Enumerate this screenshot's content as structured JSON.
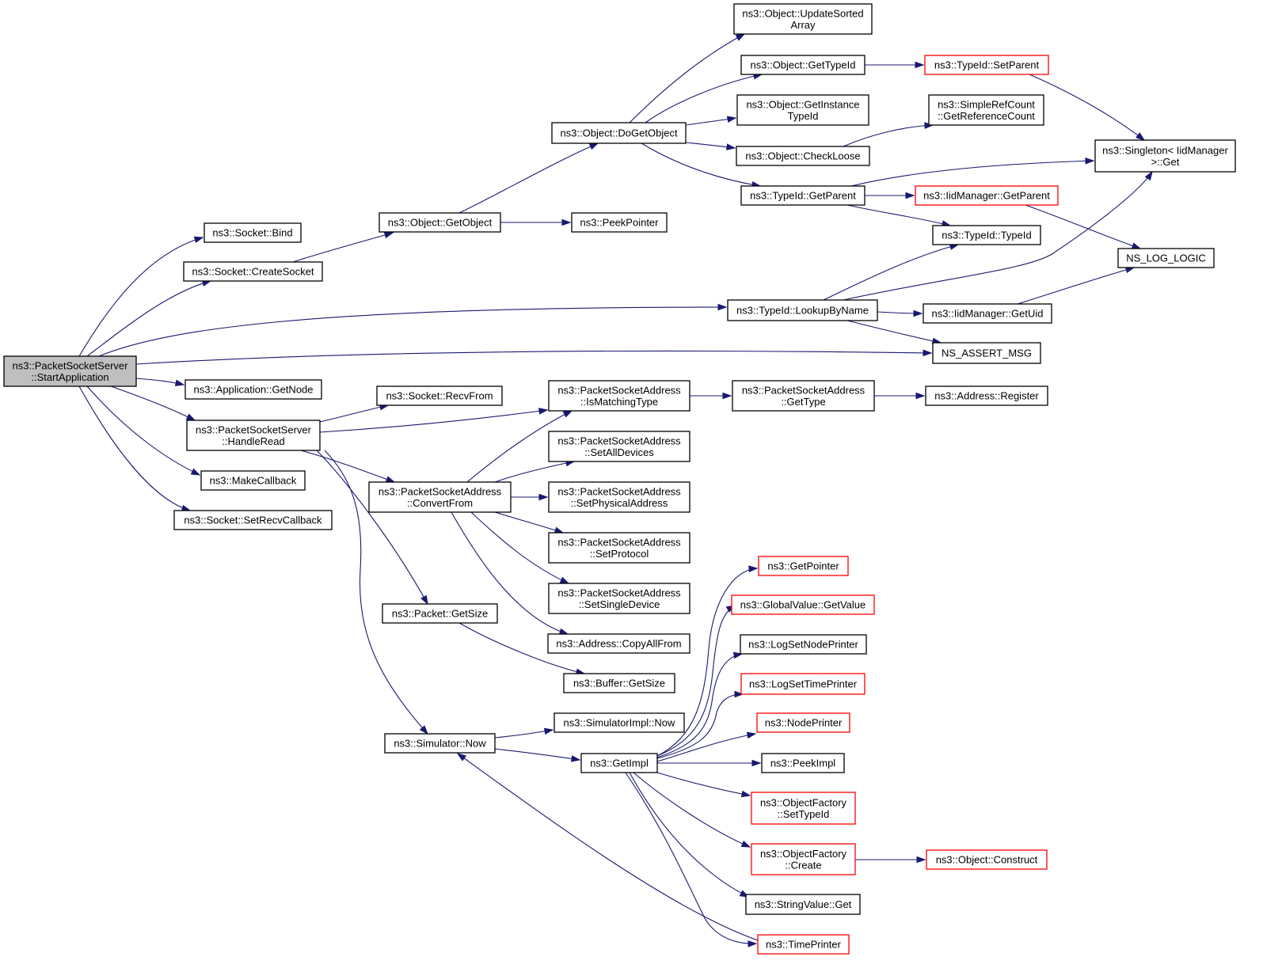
{
  "graph": {
    "nodes": [
      {
        "id": "start",
        "lines": [
          "ns3::PacketSocketServer",
          "::StartApplication"
        ],
        "style": "root"
      },
      {
        "id": "bind",
        "lines": [
          "ns3::Socket::Bind"
        ],
        "style": "normal"
      },
      {
        "id": "createsocket",
        "lines": [
          "ns3::Socket::CreateSocket"
        ],
        "style": "normal"
      },
      {
        "id": "getnode",
        "lines": [
          "ns3::Application::GetNode"
        ],
        "style": "normal"
      },
      {
        "id": "handleread",
        "lines": [
          "ns3::PacketSocketServer",
          "::HandleRead"
        ],
        "style": "normal"
      },
      {
        "id": "makecallback",
        "lines": [
          "ns3::MakeCallback"
        ],
        "style": "normal"
      },
      {
        "id": "setrecvcallback",
        "lines": [
          "ns3::Socket::SetRecvCallback"
        ],
        "style": "normal"
      },
      {
        "id": "getobject",
        "lines": [
          "ns3::Object::GetObject"
        ],
        "style": "normal"
      },
      {
        "id": "peekpointer",
        "lines": [
          "ns3::PeekPointer"
        ],
        "style": "normal"
      },
      {
        "id": "dogetobject",
        "lines": [
          "ns3::Object::DoGetObject"
        ],
        "style": "normal"
      },
      {
        "id": "updatesorted",
        "lines": [
          "ns3::Object::UpdateSorted",
          "Array"
        ],
        "style": "normal"
      },
      {
        "id": "obj_gettypeid",
        "lines": [
          "ns3::Object::GetTypeId"
        ],
        "style": "normal"
      },
      {
        "id": "getinstancetypeid",
        "lines": [
          "ns3::Object::GetInstance",
          "TypeId"
        ],
        "style": "normal"
      },
      {
        "id": "checkloose",
        "lines": [
          "ns3::Object::CheckLoose"
        ],
        "style": "normal"
      },
      {
        "id": "tid_getparent",
        "lines": [
          "ns3::TypeId::GetParent"
        ],
        "style": "normal"
      },
      {
        "id": "tid_setparent",
        "lines": [
          "ns3::TypeId::SetParent"
        ],
        "style": "red"
      },
      {
        "id": "getrefcount",
        "lines": [
          "ns3::SimpleRefCount",
          "::GetReferenceCount"
        ],
        "style": "normal"
      },
      {
        "id": "singleton",
        "lines": [
          "ns3::Singleton< IidManager",
          " >::Get"
        ],
        "style": "normal"
      },
      {
        "id": "iid_getparent",
        "lines": [
          "ns3::IidManager::GetParent"
        ],
        "style": "red"
      },
      {
        "id": "tid_typeid",
        "lines": [
          "ns3::TypeId::TypeId"
        ],
        "style": "normal"
      },
      {
        "id": "nslog",
        "lines": [
          "NS_LOG_LOGIC"
        ],
        "style": "normal"
      },
      {
        "id": "lookupbyname",
        "lines": [
          "ns3::TypeId::LookupByName"
        ],
        "style": "normal"
      },
      {
        "id": "iid_getuid",
        "lines": [
          "ns3::IidManager::GetUid"
        ],
        "style": "normal"
      },
      {
        "id": "nsassert",
        "lines": [
          "NS_ASSERT_MSG"
        ],
        "style": "normal"
      },
      {
        "id": "recvfrom",
        "lines": [
          "ns3::Socket::RecvFrom"
        ],
        "style": "normal"
      },
      {
        "id": "ismatchingtype",
        "lines": [
          "ns3::PacketSocketAddress",
          "::IsMatchingType"
        ],
        "style": "normal"
      },
      {
        "id": "psa_gettype",
        "lines": [
          "ns3::PacketSocketAddress",
          "::GetType"
        ],
        "style": "normal"
      },
      {
        "id": "addr_register",
        "lines": [
          "ns3::Address::Register"
        ],
        "style": "normal"
      },
      {
        "id": "convertfrom",
        "lines": [
          "ns3::PacketSocketAddress",
          "::ConvertFrom"
        ],
        "style": "normal"
      },
      {
        "id": "setalldevices",
        "lines": [
          "ns3::PacketSocketAddress",
          "::SetAllDevices"
        ],
        "style": "normal"
      },
      {
        "id": "setphysaddr",
        "lines": [
          "ns3::PacketSocketAddress",
          "::SetPhysicalAddress"
        ],
        "style": "normal"
      },
      {
        "id": "setprotocol",
        "lines": [
          "ns3::PacketSocketAddress",
          "::SetProtocol"
        ],
        "style": "normal"
      },
      {
        "id": "setsingledevice",
        "lines": [
          "ns3::PacketSocketAddress",
          "::SetSingleDevice"
        ],
        "style": "normal"
      },
      {
        "id": "copyallfrom",
        "lines": [
          "ns3::Address::CopyAllFrom"
        ],
        "style": "normal"
      },
      {
        "id": "packet_getsize",
        "lines": [
          "ns3::Packet::GetSize"
        ],
        "style": "normal"
      },
      {
        "id": "buffer_getsize",
        "lines": [
          "ns3::Buffer::GetSize"
        ],
        "style": "normal"
      },
      {
        "id": "simnow",
        "lines": [
          "ns3::Simulator::Now"
        ],
        "style": "normal"
      },
      {
        "id": "simimplnow",
        "lines": [
          "ns3::SimulatorImpl::Now"
        ],
        "style": "normal"
      },
      {
        "id": "getimpl",
        "lines": [
          "ns3::GetImpl"
        ],
        "style": "normal"
      },
      {
        "id": "getpointer",
        "lines": [
          "ns3::GetPointer"
        ],
        "style": "red"
      },
      {
        "id": "gv_getvalue",
        "lines": [
          "ns3::GlobalValue::GetValue"
        ],
        "style": "red"
      },
      {
        "id": "lognodeprinter",
        "lines": [
          "ns3::LogSetNodePrinter"
        ],
        "style": "normal"
      },
      {
        "id": "logtimeprinter",
        "lines": [
          "ns3::LogSetTimePrinter"
        ],
        "style": "red"
      },
      {
        "id": "nodeprinter",
        "lines": [
          "ns3::NodePrinter"
        ],
        "style": "red"
      },
      {
        "id": "peekimpl",
        "lines": [
          "ns3::PeekImpl"
        ],
        "style": "normal"
      },
      {
        "id": "of_settypeid",
        "lines": [
          "ns3::ObjectFactory",
          "::SetTypeId"
        ],
        "style": "red"
      },
      {
        "id": "of_create",
        "lines": [
          "ns3::ObjectFactory",
          "::Create"
        ],
        "style": "red"
      },
      {
        "id": "obj_construct",
        "lines": [
          "ns3::Object::Construct"
        ],
        "style": "red"
      },
      {
        "id": "stringvalue_get",
        "lines": [
          "ns3::StringValue::Get"
        ],
        "style": "normal"
      },
      {
        "id": "timeprinter",
        "lines": [
          "ns3::TimePrinter"
        ],
        "style": "red"
      }
    ],
    "edges": [
      [
        "start",
        "bind"
      ],
      [
        "start",
        "createsocket"
      ],
      [
        "start",
        "lookupbyname"
      ],
      [
        "start",
        "nsassert"
      ],
      [
        "start",
        "getnode"
      ],
      [
        "start",
        "handleread"
      ],
      [
        "start",
        "makecallback"
      ],
      [
        "start",
        "setrecvcallback"
      ],
      [
        "createsocket",
        "getobject"
      ],
      [
        "getobject",
        "dogetobject"
      ],
      [
        "getobject",
        "peekpointer"
      ],
      [
        "dogetobject",
        "updatesorted"
      ],
      [
        "dogetobject",
        "obj_gettypeid"
      ],
      [
        "dogetobject",
        "getinstancetypeid"
      ],
      [
        "dogetobject",
        "checkloose"
      ],
      [
        "dogetobject",
        "tid_getparent"
      ],
      [
        "obj_gettypeid",
        "tid_setparent"
      ],
      [
        "tid_setparent",
        "singleton"
      ],
      [
        "checkloose",
        "getrefcount"
      ],
      [
        "tid_getparent",
        "singleton"
      ],
      [
        "tid_getparent",
        "iid_getparent"
      ],
      [
        "tid_getparent",
        "tid_typeid"
      ],
      [
        "iid_getparent",
        "nslog"
      ],
      [
        "lookupbyname",
        "tid_typeid"
      ],
      [
        "lookupbyname",
        "singleton"
      ],
      [
        "lookupbyname",
        "iid_getuid"
      ],
      [
        "lookupbyname",
        "nsassert"
      ],
      [
        "iid_getuid",
        "nslog"
      ],
      [
        "handleread",
        "recvfrom"
      ],
      [
        "handleread",
        "ismatchingtype"
      ],
      [
        "handleread",
        "convertfrom"
      ],
      [
        "handleread",
        "packet_getsize"
      ],
      [
        "handleread",
        "simnow"
      ],
      [
        "ismatchingtype",
        "psa_gettype"
      ],
      [
        "psa_gettype",
        "addr_register"
      ],
      [
        "convertfrom",
        "ismatchingtype"
      ],
      [
        "convertfrom",
        "setalldevices"
      ],
      [
        "convertfrom",
        "setphysaddr"
      ],
      [
        "convertfrom",
        "setprotocol"
      ],
      [
        "convertfrom",
        "setsingledevice"
      ],
      [
        "convertfrom",
        "copyallfrom"
      ],
      [
        "packet_getsize",
        "buffer_getsize"
      ],
      [
        "simnow",
        "simimplnow"
      ],
      [
        "simnow",
        "getimpl"
      ],
      [
        "getimpl",
        "getpointer"
      ],
      [
        "getimpl",
        "gv_getvalue"
      ],
      [
        "getimpl",
        "lognodeprinter"
      ],
      [
        "getimpl",
        "logtimeprinter"
      ],
      [
        "getimpl",
        "nodeprinter"
      ],
      [
        "getimpl",
        "peekimpl"
      ],
      [
        "getimpl",
        "of_settypeid"
      ],
      [
        "getimpl",
        "of_create"
      ],
      [
        "getimpl",
        "stringvalue_get"
      ],
      [
        "getimpl",
        "timeprinter"
      ],
      [
        "of_create",
        "obj_construct"
      ],
      [
        "timeprinter",
        "simnow"
      ]
    ]
  }
}
